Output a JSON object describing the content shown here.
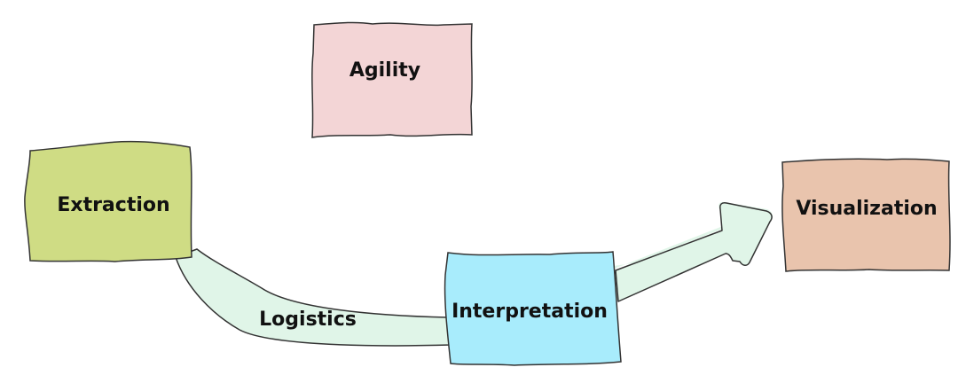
{
  "diagram": {
    "nodes": [
      {
        "id": "agility",
        "label": "Agility",
        "fill": "#f3d5d6"
      },
      {
        "id": "extraction",
        "label": "Extraction",
        "fill": "#cfdc84"
      },
      {
        "id": "visualization",
        "label": "Visualization",
        "fill": "#e9c4ad"
      },
      {
        "id": "interpretation",
        "label": "Interpretation",
        "fill": "#a8ecfc"
      }
    ],
    "connectors": [
      {
        "id": "logistics",
        "label": "Logistics",
        "from": "Extraction",
        "to": "Interpretation",
        "fill": "#e0f5e8"
      },
      {
        "id": "arrow",
        "from": "Interpretation",
        "to": "Visualization",
        "fill": "#e0f5e8"
      }
    ],
    "stroke": "#333333"
  }
}
